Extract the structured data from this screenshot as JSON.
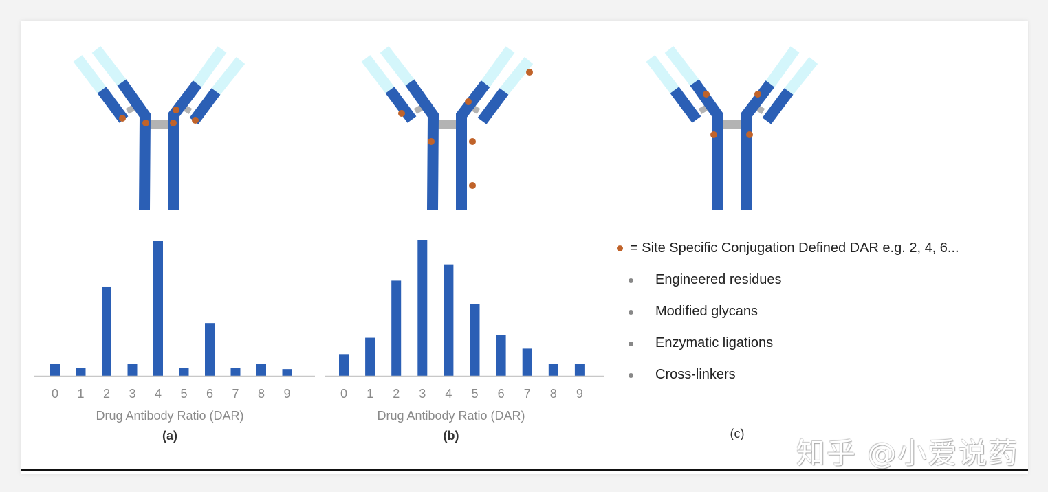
{
  "colors": {
    "heavy": "#2b5fb5",
    "variable": "#d4f6fb",
    "hinge": "#b3b3b3",
    "drug": "#c0632a",
    "bullet": "#888888",
    "axis_text": "#8a8a8a"
  },
  "panels": [
    {
      "label": "(a)"
    },
    {
      "label": "(b)"
    },
    {
      "label": "(c)"
    }
  ],
  "chart_data": [
    {
      "type": "bar",
      "title": "",
      "panel": "(a)",
      "xlabel": "Drug Antibody Ratio (DAR)",
      "ylabel": "",
      "categories": [
        "0",
        "1",
        "2",
        "3",
        "4",
        "5",
        "6",
        "7",
        "8",
        "9"
      ],
      "values": [
        9,
        6,
        66,
        9,
        100,
        6,
        39,
        6,
        9,
        5
      ],
      "ylim": [
        0,
        100
      ],
      "grid": false
    },
    {
      "type": "bar",
      "title": "",
      "panel": "(b)",
      "xlabel": "Drug Antibody Ratio (DAR)",
      "ylabel": "",
      "categories": [
        "0",
        "1",
        "2",
        "3",
        "4",
        "5",
        "6",
        "7",
        "8",
        "9"
      ],
      "values": [
        16,
        28,
        70,
        100,
        82,
        53,
        30,
        20,
        9,
        9
      ],
      "ylim": [
        0,
        100
      ],
      "grid": false
    }
  ],
  "legend": {
    "title": "= Site Specific Conjugation Defined DAR e.g. 2, 4, 6...",
    "items": [
      "Engineered residues",
      "Modified glycans",
      "Enzymatic ligations",
      "Cross-linkers"
    ]
  },
  "watermark": "知乎 @小爱说药"
}
